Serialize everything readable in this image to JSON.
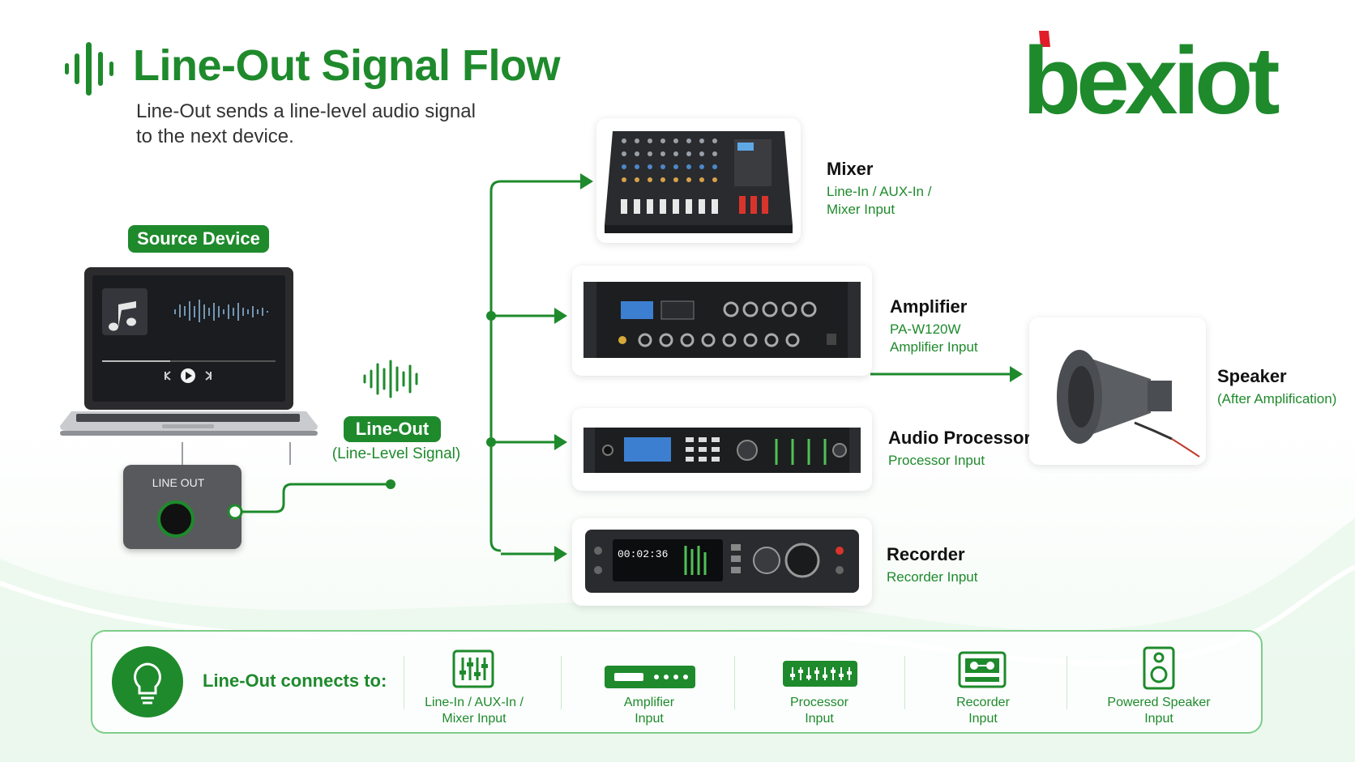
{
  "header": {
    "title": "Line-Out Signal Flow",
    "subtitle_line1": "Line-Out sends a line-level audio signal",
    "subtitle_line2": "to the next device."
  },
  "brand": {
    "logo_text": "bexiot",
    "color": "#1e8a2c",
    "accent": "#e11d2a"
  },
  "source": {
    "label": "Source Device",
    "jack_label": "LINE OUT"
  },
  "lineout": {
    "label": "Line-Out",
    "sub": "(Line-Level Signal)"
  },
  "devices": [
    {
      "name": "Mixer",
      "sub1": "Line-In / AUX-In /",
      "sub2": "Mixer Input"
    },
    {
      "name": "Amplifier",
      "sub1": "PA-W120W",
      "sub2": "Amplifier Input"
    },
    {
      "name": "Audio Processor",
      "sub1": "Processor Input"
    },
    {
      "name": "Recorder",
      "sub1": "Recorder Input"
    }
  ],
  "recorder_display": "00:02:36",
  "speaker": {
    "name": "Speaker",
    "sub": "(After Amplification)"
  },
  "connects": {
    "label": "Line-Out connects to:",
    "items": [
      {
        "line1": "Line-In / AUX-In /",
        "line2": "Mixer Input",
        "icon": "mixer-icon"
      },
      {
        "line1": "Amplifier",
        "line2": "Input",
        "icon": "amplifier-icon"
      },
      {
        "line1": "Processor",
        "line2": "Input",
        "icon": "processor-icon"
      },
      {
        "line1": "Recorder",
        "line2": "Input",
        "icon": "recorder-icon"
      },
      {
        "line1": "Powered Speaker",
        "line2": "Input",
        "icon": "speaker-icon"
      }
    ]
  }
}
